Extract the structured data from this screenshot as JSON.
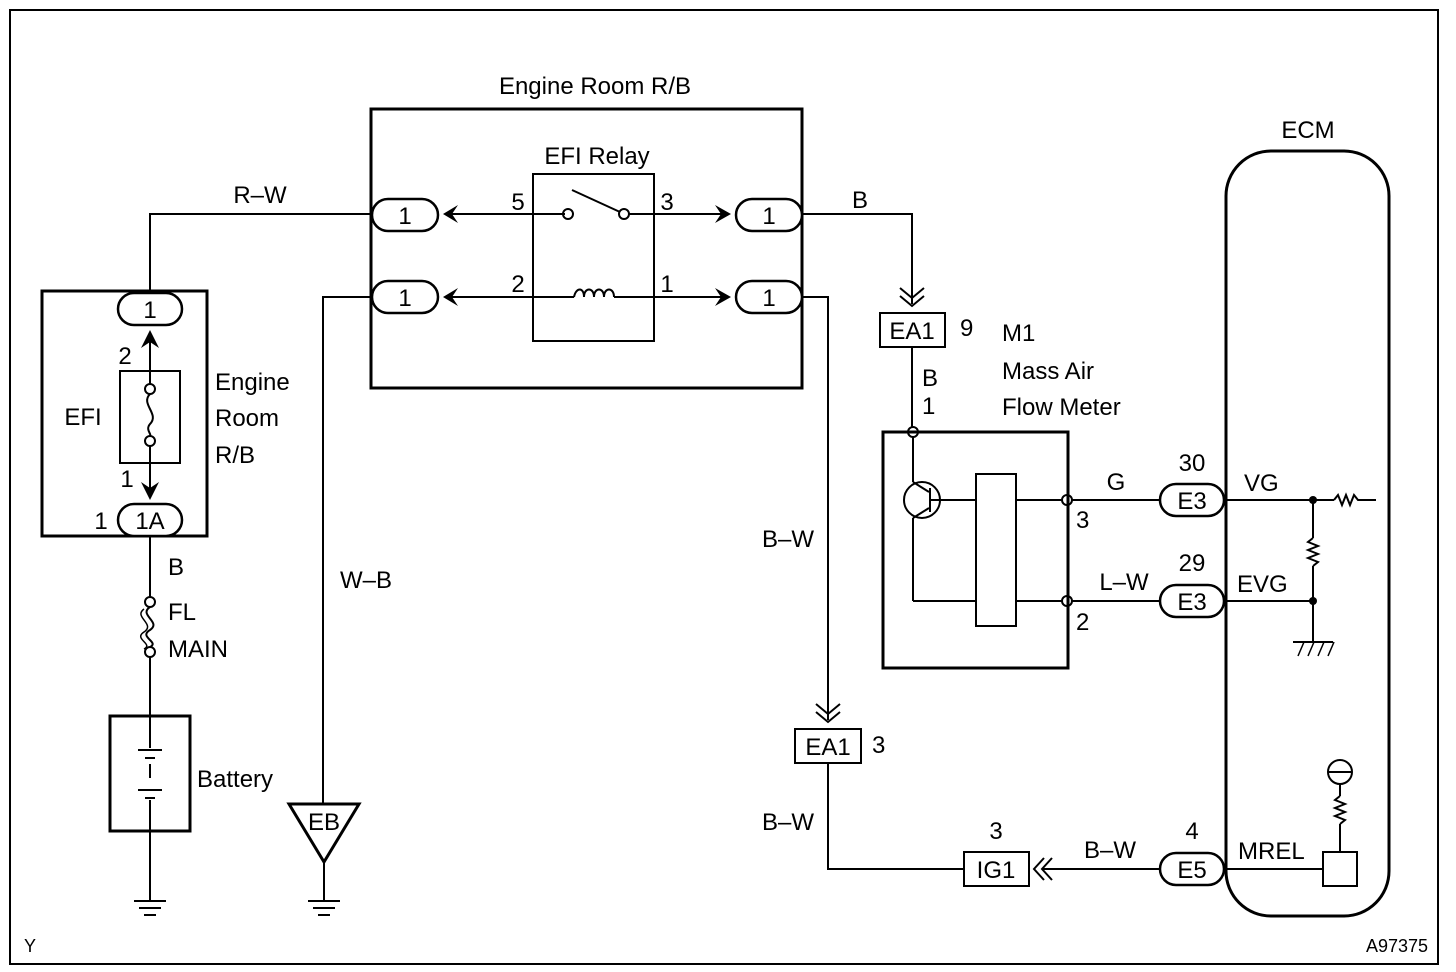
{
  "components": {
    "engine_room_rb_title": "Engine Room R/B",
    "efi_relay_title": "EFI Relay",
    "ecm_title": "ECM",
    "efi_fuse_label": "EFI",
    "fuse_box_label_1": "Engine",
    "fuse_box_label_2": "Room",
    "fuse_box_label_3": "R/B",
    "mass_air_flow_meter_1": "M1",
    "mass_air_flow_meter_2": "Mass Air",
    "mass_air_flow_meter_3": "Flow Meter",
    "fusible_link_1": "FL",
    "fusible_link_2": "MAIN",
    "battery": "Battery",
    "ground_eb": "EB"
  },
  "wires": {
    "r_w": "R–W",
    "b_relay_out": "B",
    "b_fuse_out": "B",
    "w_b": "W–B",
    "b_w_upper": "B–W",
    "b_w_lower": "B–W",
    "b_w_ig1": "B–W",
    "b_mafm": "B",
    "g": "G",
    "l_w": "L–W"
  },
  "connectors": {
    "rb_left_top": "1",
    "rb_left_bottom": "1",
    "rb_right_top": "1",
    "rb_right_bottom": "1",
    "fuse_top": "1",
    "fuse_bottom": "1A",
    "ea1_top": "EA1",
    "ea1_bottom": "EA1",
    "e3_top": "E3",
    "e3_bottom": "E3",
    "e5": "E5",
    "ig1": "IG1"
  },
  "pins": {
    "relay_5": "5",
    "relay_3": "3",
    "relay_2": "2",
    "relay_1": "1",
    "fuse_2": "2",
    "fuse_1": "1",
    "fuse_1a_pin": "1",
    "ea1_top_pin": "9",
    "ea1_bottom_pin": "3",
    "mafm_1": "1",
    "mafm_3": "3",
    "mafm_2": "2",
    "e3_30": "30",
    "e3_29": "29",
    "e5_4": "4",
    "ig1_3": "3"
  },
  "ecm_terminals": {
    "vg": "VG",
    "evg": "EVG",
    "mrel": "MREL"
  },
  "corner": {
    "left": "Y",
    "right": "A97375"
  }
}
